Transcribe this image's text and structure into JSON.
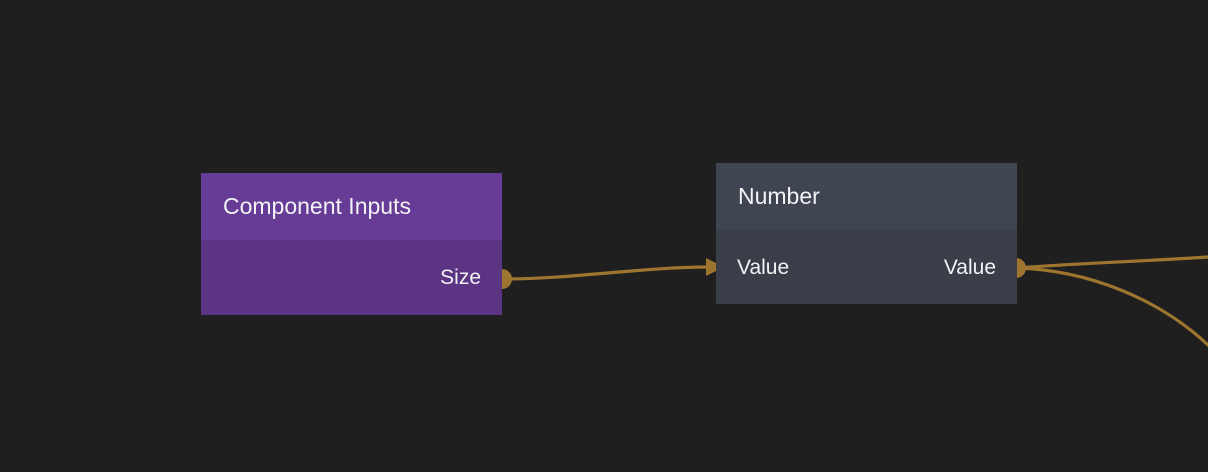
{
  "canvas": {
    "type": "node-graph-editor"
  },
  "colors": {
    "canvas_bg": "#1F1F20",
    "wire": "#9D752F",
    "port": "#9D752F",
    "text": "#F3F2F4",
    "ci_header": "#673C97",
    "ci_body": "#5C3484",
    "num_header": "#3F4551",
    "num_body": "#3A3E48"
  },
  "nodes": [
    {
      "title": "Component Inputs",
      "inputs": [],
      "outputs": [
        {
          "label": "Size"
        }
      ]
    },
    {
      "title": "Number",
      "inputs": [
        {
          "label": "Value"
        }
      ],
      "outputs": [
        {
          "label": "Value"
        }
      ]
    }
  ],
  "edges": [
    {
      "from": "Component Inputs / Size",
      "to": "Number / Value"
    },
    {
      "from": "Number / Value",
      "to": "off-canvas right (upper)"
    },
    {
      "from": "Number / Value",
      "to": "off-canvas right (lower)"
    }
  ]
}
